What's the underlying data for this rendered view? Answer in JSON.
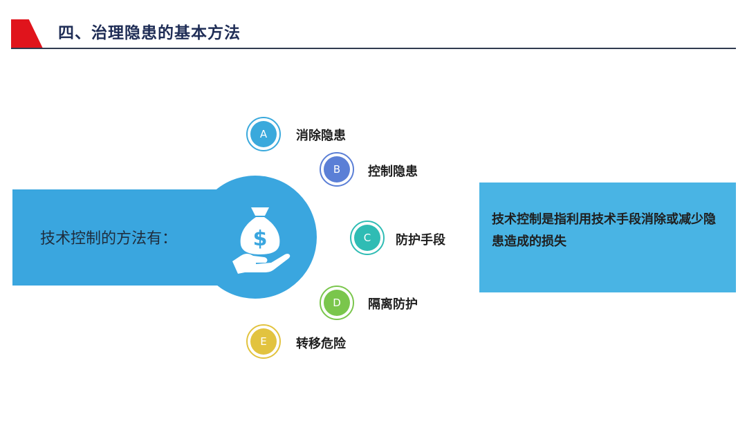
{
  "header": {
    "title": "四、治理隐患的基本方法"
  },
  "left": {
    "label": "技术控制的方法有：",
    "icon": "money-bag-hand-icon"
  },
  "items": [
    {
      "letter": "A",
      "label": "消除隐患",
      "color": "#3aa9dc"
    },
    {
      "letter": "B",
      "label": "控制隐患",
      "color": "#5b7fd6"
    },
    {
      "letter": "C",
      "label": "防护手段",
      "color": "#2fbcb4"
    },
    {
      "letter": "D",
      "label": "隔离防护",
      "color": "#7ac64c"
    },
    {
      "letter": "E",
      "label": "转移危险",
      "color": "#e2c33f"
    }
  ],
  "right": {
    "text": "技术控制是指利用技术手段消除或减少隐患造成的损失"
  },
  "colors": {
    "accent_red": "#e0141c",
    "banner_blue": "#3aa6df",
    "box_blue": "#49b4e4"
  }
}
